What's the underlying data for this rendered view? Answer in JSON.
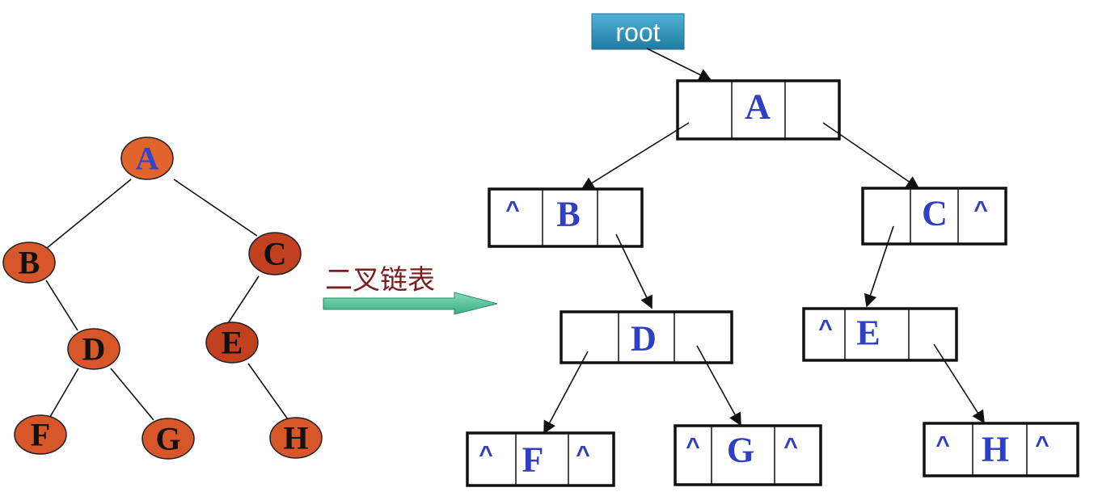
{
  "tree": {
    "nodes": [
      {
        "id": "A",
        "label": "A",
        "is_root": true
      },
      {
        "id": "B",
        "label": "B"
      },
      {
        "id": "C",
        "label": "C"
      },
      {
        "id": "D",
        "label": "D"
      },
      {
        "id": "E",
        "label": "E"
      },
      {
        "id": "F",
        "label": "F"
      },
      {
        "id": "G",
        "label": "G"
      },
      {
        "id": "H",
        "label": "H"
      }
    ],
    "edges": [
      [
        "A",
        "B"
      ],
      [
        "A",
        "C"
      ],
      [
        "B",
        "D"
      ],
      [
        "C",
        "E"
      ],
      [
        "D",
        "F"
      ],
      [
        "D",
        "G"
      ],
      [
        "E",
        "H"
      ]
    ]
  },
  "caption": "二叉链表",
  "root_pointer": "root",
  "linked_nodes": [
    {
      "id": "A",
      "left": "",
      "data": "A",
      "right": ""
    },
    {
      "id": "B",
      "left": "^",
      "data": "B",
      "right": ""
    },
    {
      "id": "C",
      "left": "",
      "data": "C",
      "right": "^"
    },
    {
      "id": "D",
      "left": "",
      "data": "D",
      "right": ""
    },
    {
      "id": "E",
      "left": "^",
      "data": "E",
      "right": ""
    },
    {
      "id": "F",
      "left": "^",
      "data": "F",
      "right": "^"
    },
    {
      "id": "G",
      "left": "^",
      "data": "G",
      "right": "^"
    },
    {
      "id": "H",
      "left": "^",
      "data": "H",
      "right": "^"
    }
  ],
  "colors": {
    "root_node_fill": "#e0642c",
    "node_fill": "#d7572a",
    "dark_node_fill": "#c0401f",
    "node_stroke": "#202020",
    "letter_blue": "#2f3fc4",
    "root_box": "#2f8fb3",
    "caption": "#7a1e1e",
    "arrow_fill": "#5cc7a0"
  }
}
